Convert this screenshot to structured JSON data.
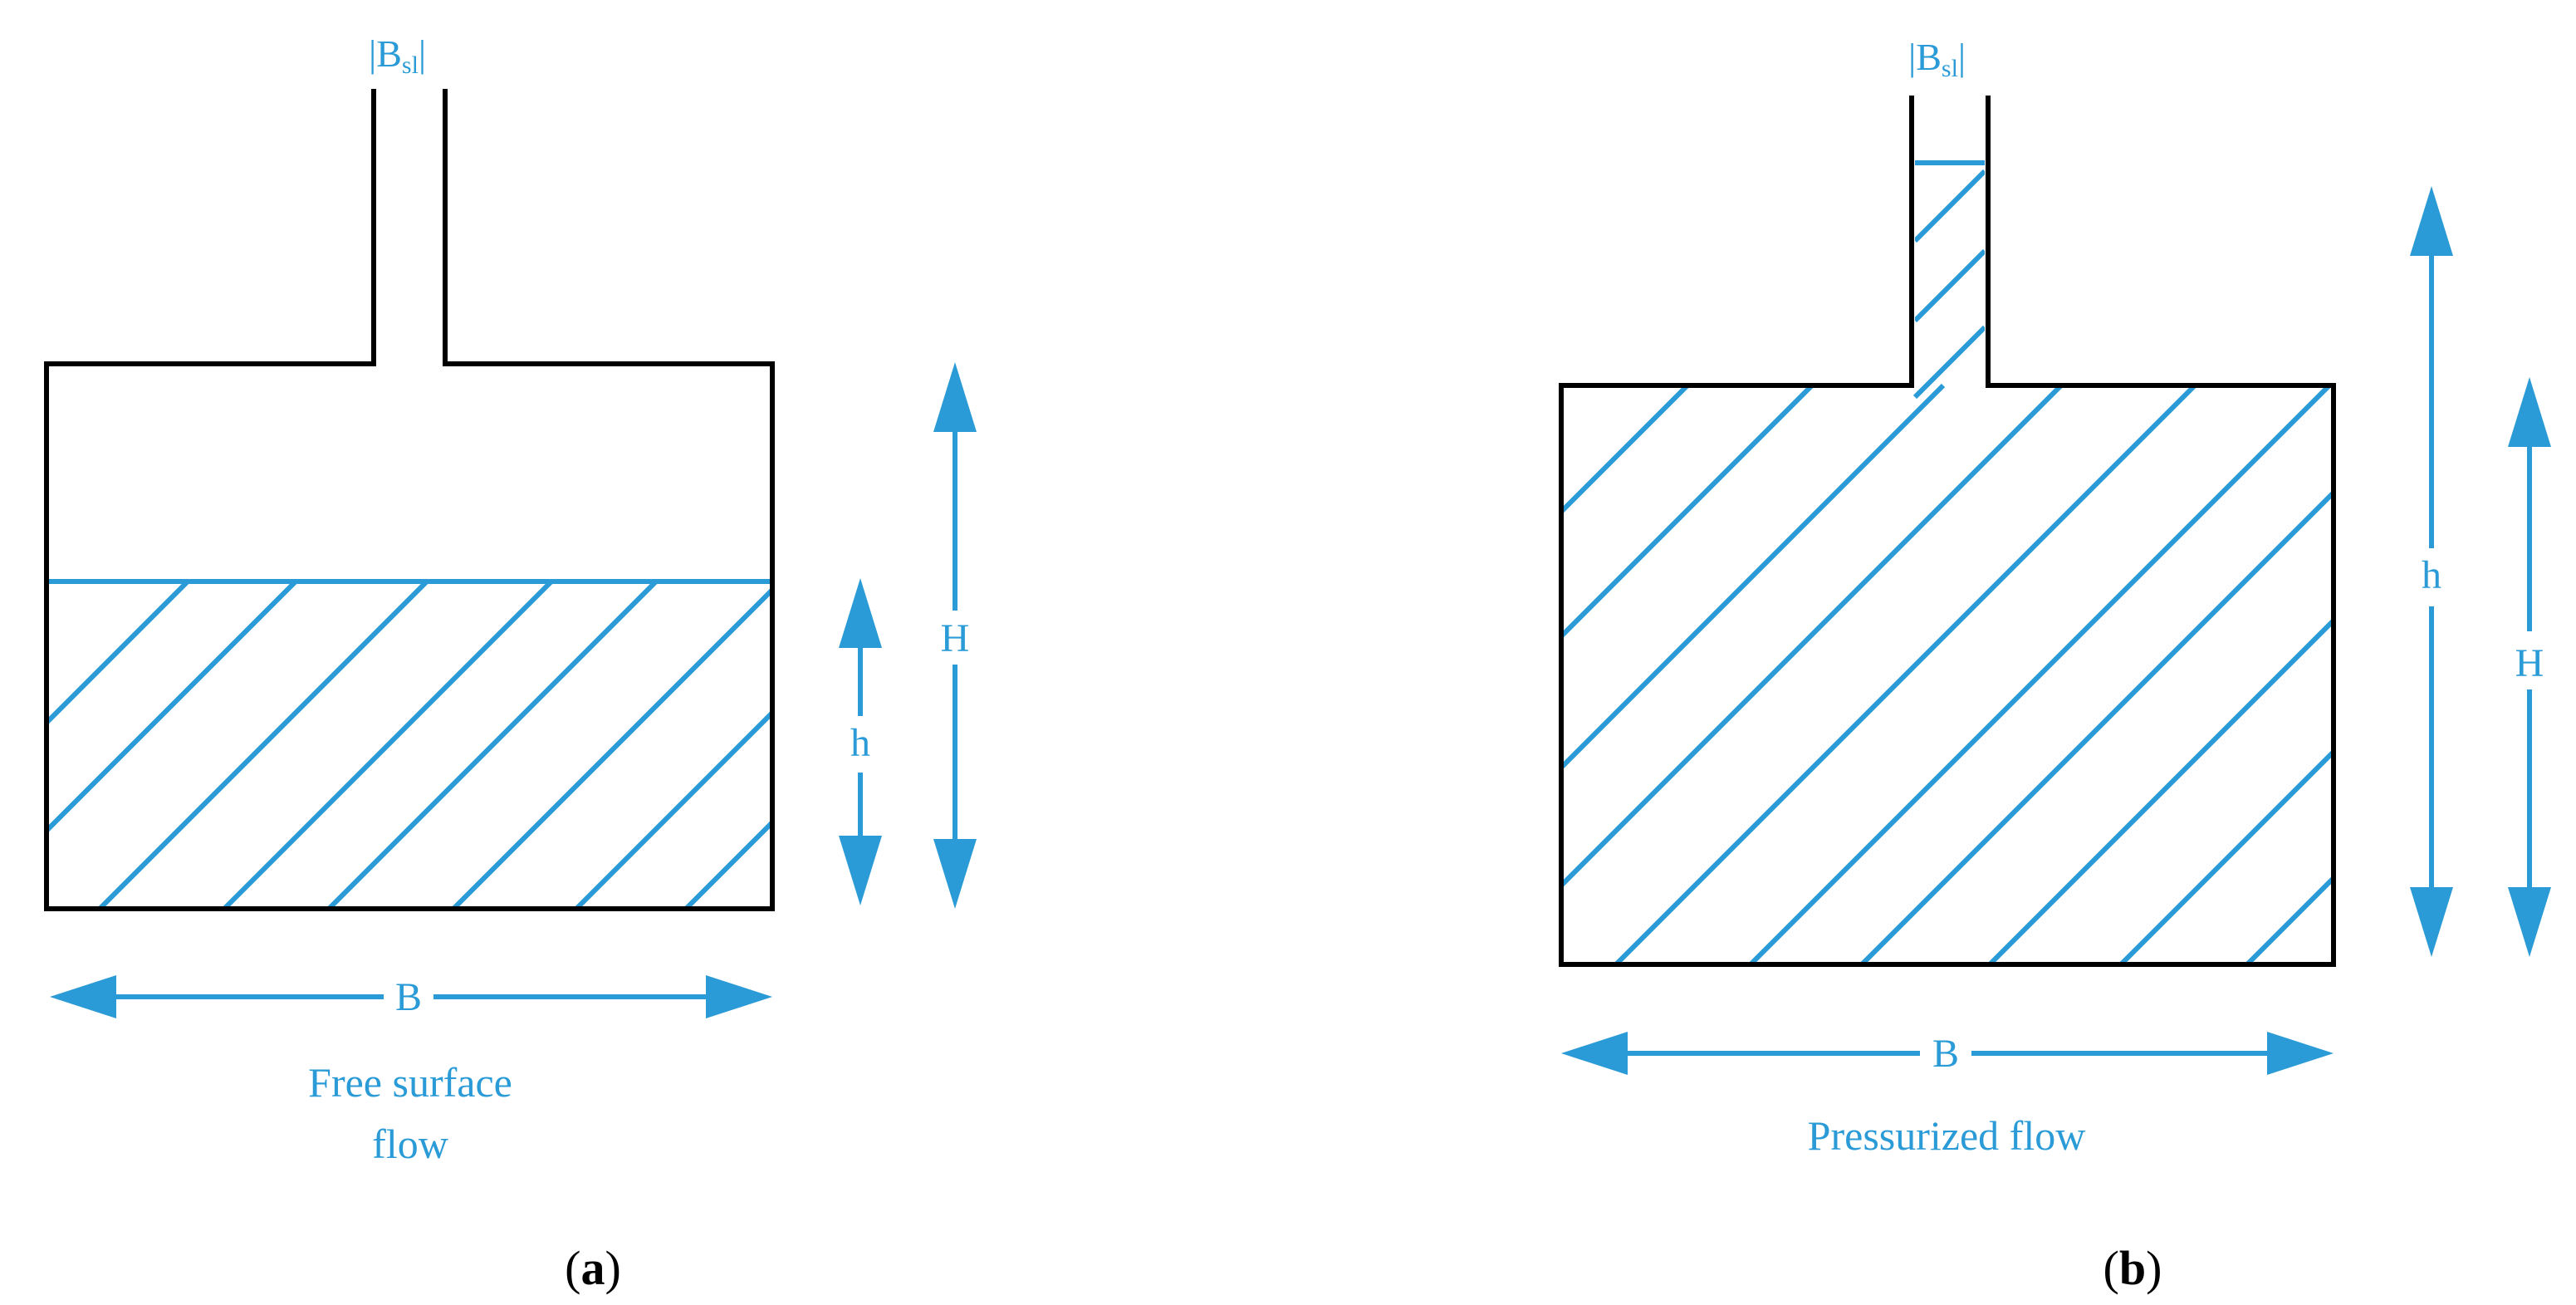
{
  "colors": {
    "water": "#2a9bd6",
    "wall": "#000000"
  },
  "panel_a": {
    "slot_label": "|B",
    "slot_label_sub": "sl",
    "slot_label_end": "|",
    "label_H": "H",
    "label_h": "h",
    "label_B": "B",
    "description_line1": "Free surface",
    "description_line2": "flow",
    "caption_open": "(",
    "caption_letter": "a",
    "caption_close": ")"
  },
  "panel_b": {
    "slot_label": "|B",
    "slot_label_sub": "sl",
    "slot_label_end": "|",
    "label_h": "h",
    "label_H": "H",
    "label_B": "B",
    "description": "Pressurized flow",
    "caption_open": "(",
    "caption_letter": "b",
    "caption_close": ")"
  }
}
